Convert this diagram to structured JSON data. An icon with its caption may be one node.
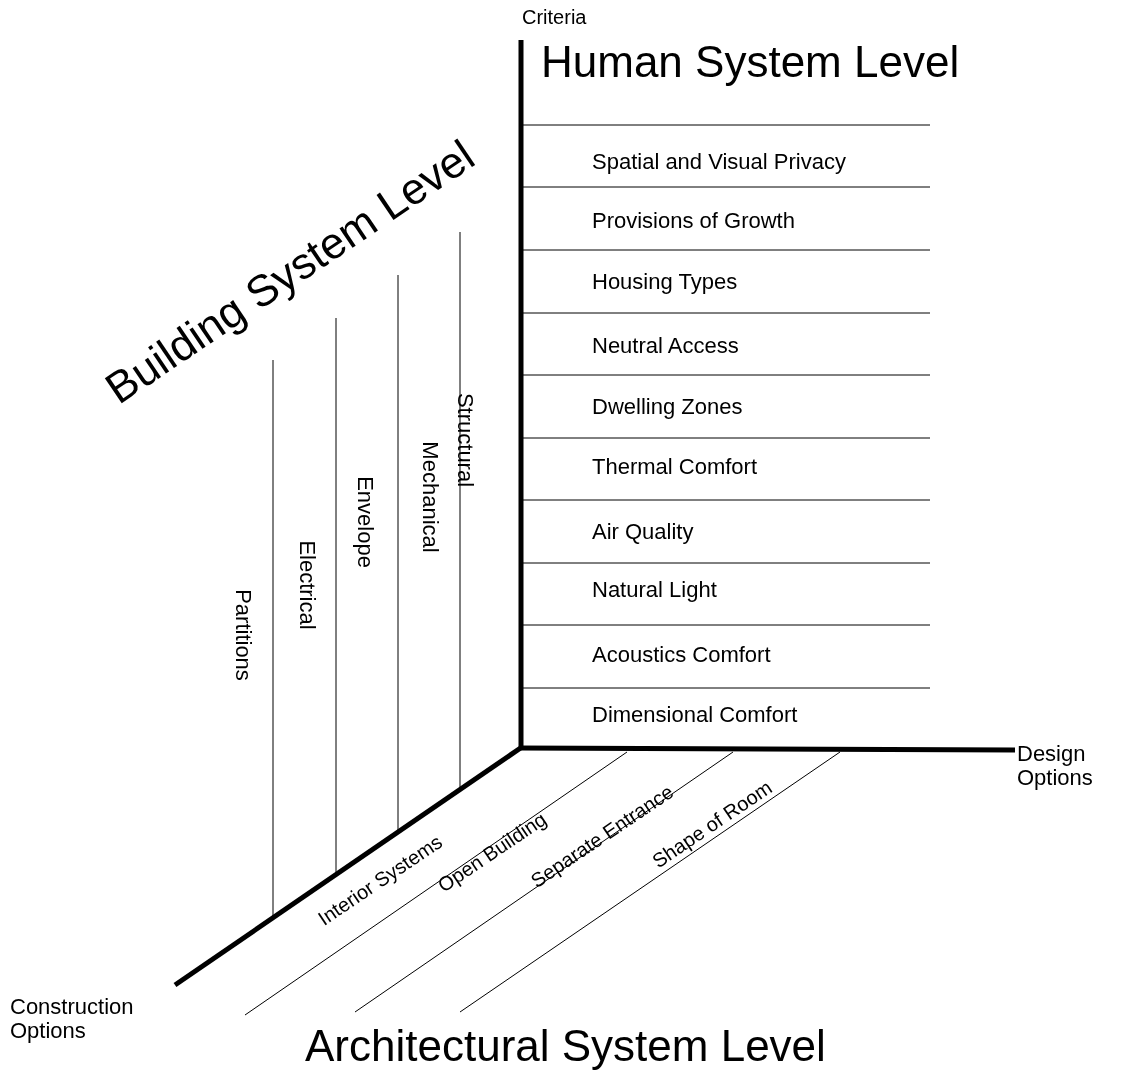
{
  "diagram": {
    "labels": [
      "Criteria",
      "Human System Level",
      "Building System Level",
      "Spatial and Visual Privacy",
      "Provisions of Growth",
      "Housing Types",
      "Neutral Access",
      "Dwelling Zones",
      "Thermal Comfort",
      "Air Quality",
      "Natural Light",
      "Acoustics Comfort",
      "Dimensional Comfort",
      "Structural",
      "Mechanical",
      "Envelope",
      "Electrical",
      "Partitions",
      "Design Options",
      "Interior Systems",
      "Open Building",
      "Separate Entrance",
      "Shape of Room",
      "Construction Options",
      "Architectural System Level"
    ]
  }
}
